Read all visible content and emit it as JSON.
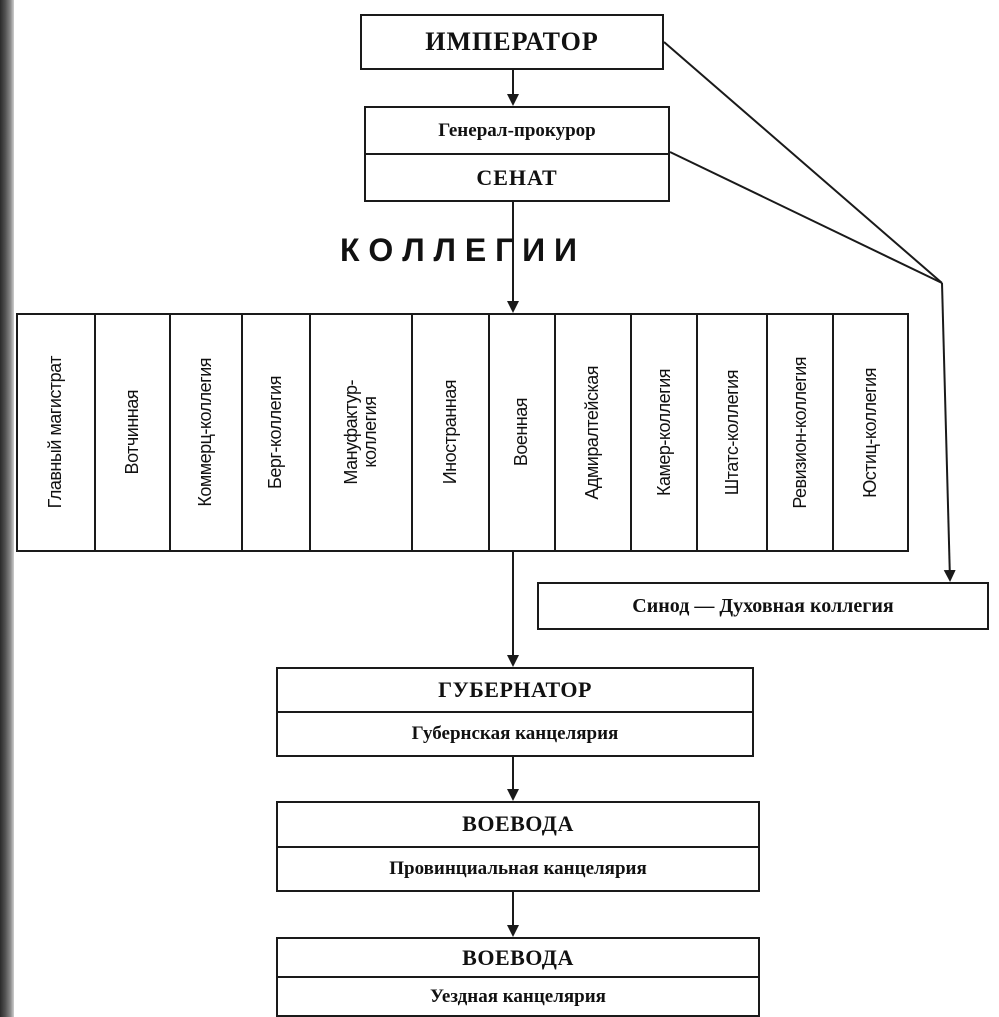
{
  "emperor": "ИМПЕРАТОР",
  "senate": {
    "procurator": "Генерал-прокурор",
    "title": "СЕНАТ"
  },
  "collegia_heading": "К О Л Л Е Г И И",
  "collegia": [
    "Главный магистрат",
    "Вотчинная",
    "Коммерц-коллегия",
    "Берг-коллегия",
    "Мануфактур-\nколлегия",
    "Иностранная",
    "Военная",
    "Адмиралтейская",
    "Камер-коллегия",
    "Штатс-коллегия",
    "Ревизион-коллегия",
    "Юстиц-коллегия"
  ],
  "synod": "Синод — Духовная коллегия",
  "governor": {
    "title": "ГУБЕРНАТОР",
    "office": "Губернская канцелярия"
  },
  "voivode_province": {
    "title": "ВОЕВОДА",
    "office": "Провинциальная канцелярия"
  },
  "voivode_district": {
    "title": "ВОЕВОДА",
    "office": "Уездная канцелярия"
  }
}
